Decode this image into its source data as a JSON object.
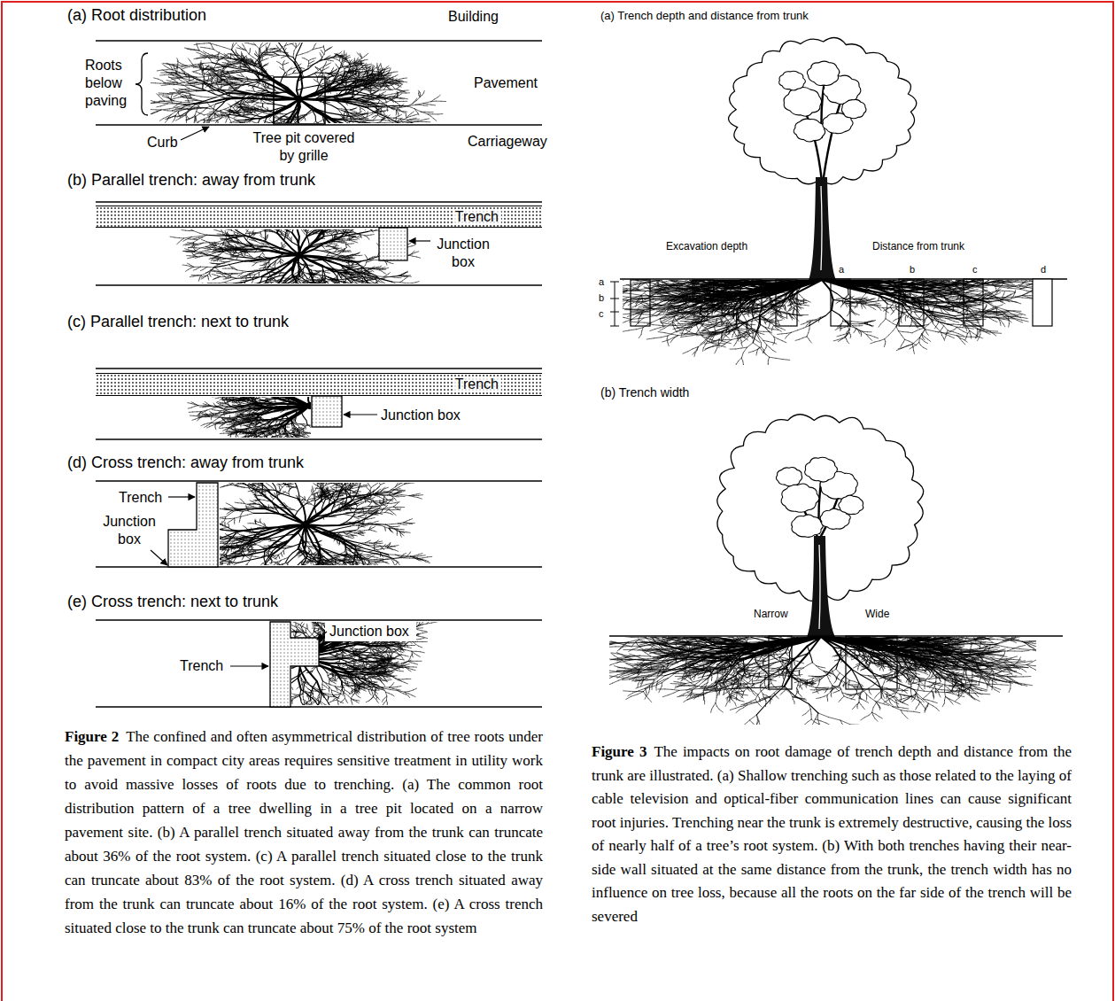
{
  "diagram": {
    "nodes": [
      {
        "text": [
          "Trench"
        ]
      },
      {
        "text": [
          "Trench"
        ]
      }
    ],
    "labels": [
      "(a) Root distribution",
      "Building",
      "Roots below paving",
      "Pavement",
      "Curb",
      "Tree pit covered by grille",
      "Carriageway",
      "(b) Parallel trench: away from trunk",
      "Junction box",
      "(c) Parallel trench: next to trunk",
      "Junction box",
      "(d) Cross trench: away from trunk",
      "Trench",
      "Junction box",
      "(e) Cross trench: next to trunk",
      "Junction box",
      "Trench",
      "Figure 2",
      "The confined and often asymmetrical distribution of tree roots under the pavement in compact city areas requires sensitive treatment in utility work to avoid massive losses of roots due to trenching. (a) The common root distribution pattern of a tree dwelling in a tree pit located on a narrow pavement site. (b) A parallel trench situated away from the trunk can truncate about 36% of the root system. (c) A parallel trench situated close to the trunk can truncate about 83% of the root system. (d) A cross trench situated away from the trunk can truncate about 16% of the root system. (e) A cross trench situated close to the trunk can truncate about 75% of the root system",
      "(a) Trench depth and distance from trunk",
      "Excavation depth",
      "Distance from trunk",
      "a",
      "b",
      "c",
      "d",
      "a",
      "b",
      "c",
      "(b) Trench width",
      "Narrow",
      "Wide",
      "Figure 3",
      "The impacts on root damage of trench depth and distance from the trunk are illustrated. (a) Shallow trenching such as those related to the laying of cable television and optical-fiber communication lines can cause significant root injuries. Trenching near the trunk is extremely destructive, causing the loss of nearly half of a tree’s root system. (b) With both trenches having their near-side wall situated at the same distance from the trunk, the trench width has no influence on tree loss, because all the roots on the far side of the trench will be severed"
    ]
  }
}
